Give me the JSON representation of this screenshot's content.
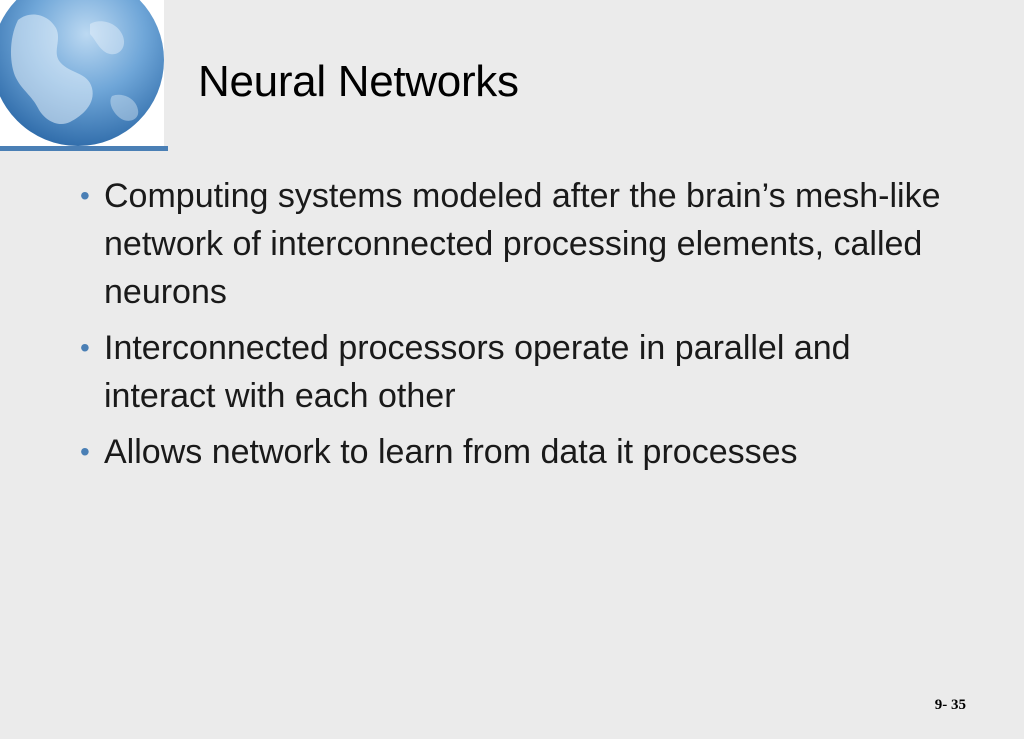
{
  "slide": {
    "title": "Neural Networks",
    "bullets": [
      "Computing systems modeled after the brain’s mesh-like network of interconnected processing elements, called neurons",
      "Interconnected processors operate in parallel and interact with each other",
      "Allows network to learn from data it processes"
    ],
    "page_number": "9- 35",
    "icons": {
      "header_graphic": "globe-icon",
      "bullet": "bullet-dot-icon"
    },
    "colors": {
      "background": "#ebebeb",
      "accent": "#4a7fb5",
      "title_text": "#000000",
      "body_text": "#1a1a1a"
    }
  }
}
